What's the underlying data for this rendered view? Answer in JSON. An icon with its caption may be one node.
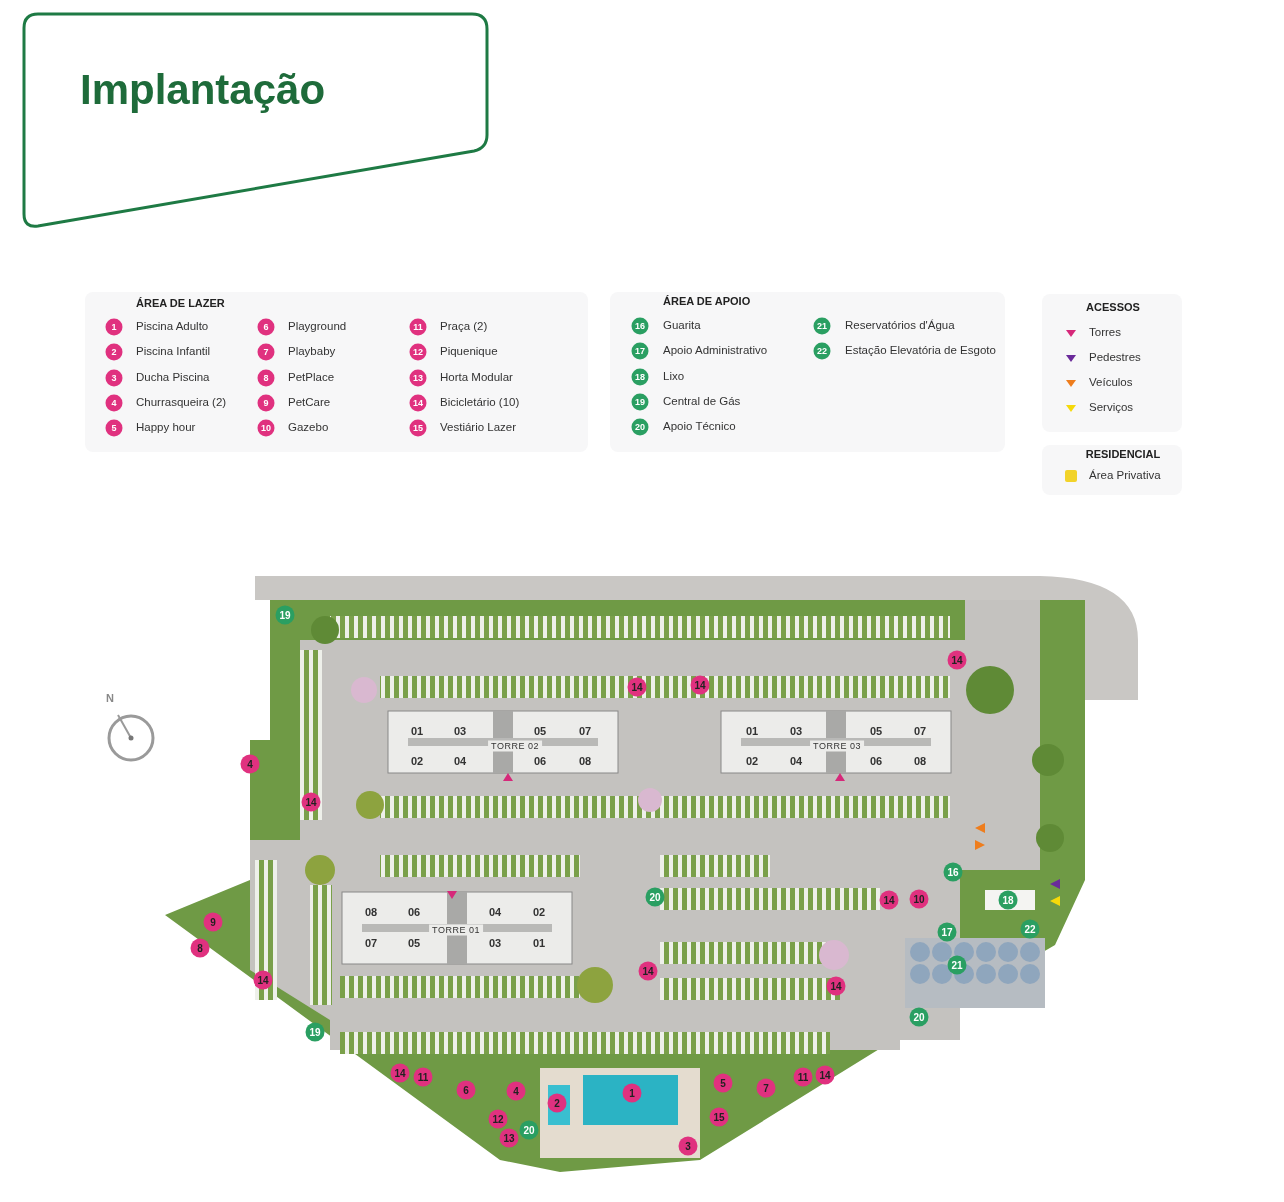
{
  "diagram": {
    "title": "Implantação",
    "labels": [
      "ÁREA DE LAZER",
      "1",
      "Piscina Adulto",
      "2",
      "Piscina Infantil",
      "3",
      "Ducha Piscina",
      "4",
      "Churrasqueira (2)",
      "5",
      "Happy hour",
      "6",
      "Playground",
      "7",
      "Playbaby",
      "8",
      "PetPlace",
      "9",
      "PetCare",
      "10",
      "Gazebo",
      "11",
      "Praça (2)",
      "12",
      "Piquenique",
      "13",
      "Horta Modular",
      "14",
      "Bicicletário (10)",
      "15",
      "Vestiário Lazer",
      "ÁREA DE APOIO",
      "16",
      "Guarita",
      "17",
      "Apoio Administrativo",
      "18",
      "Lixo",
      "19",
      "Central de Gás",
      "20",
      "Apoio Técnico",
      "21",
      "Reservatórios d'Água",
      "22",
      "Estação Elevatória de Esgoto",
      "ACESSOS",
      "RESIDENCIAL",
      "N",
      "01",
      "03",
      "05",
      "07",
      "02",
      "04",
      "06",
      "08",
      "TORRE 02",
      "01",
      "03",
      "05",
      "07",
      "02",
      "04",
      "06",
      "08",
      "TORRE 03",
      "08",
      "06",
      "04",
      "02",
      "07",
      "05",
      "03",
      "01",
      "TORRE 01",
      "19",
      "14",
      "14",
      "14",
      "4",
      "14",
      "16",
      "20",
      "14",
      "10",
      "18",
      "9",
      "17",
      "22",
      "8",
      "14",
      "14",
      "21",
      "14",
      "19",
      "20",
      "14",
      "11",
      "6",
      "4",
      "1",
      "5",
      "7",
      "11",
      "14",
      "2",
      "12",
      "15",
      "13",
      "20",
      "3"
    ],
    "legend": [
      {
        "text": "Torres",
        "color": "#d6287a"
      },
      {
        "text": "Pedestres",
        "color": "#6a2a9a"
      },
      {
        "text": "Veículos",
        "color": "#ee7d1d"
      },
      {
        "text": "Serviços",
        "color": "#f5d90a"
      },
      {
        "text": "Área Privativa",
        "color": "#f2d32a"
      }
    ]
  }
}
